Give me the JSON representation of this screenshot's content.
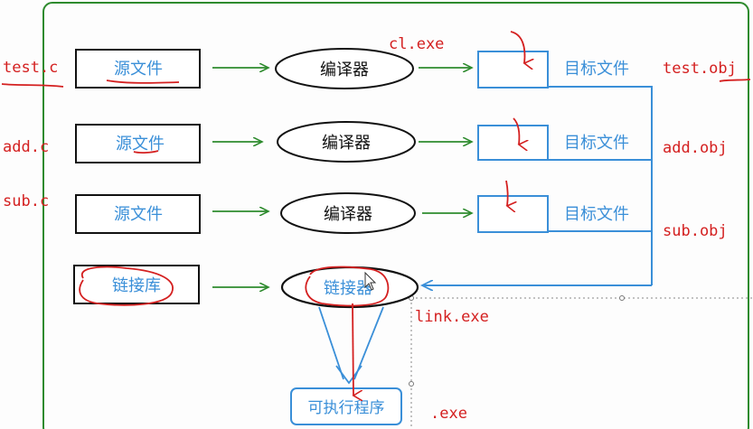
{
  "texts": {
    "src_file": "源文件",
    "compiler": "编译器",
    "target_file": "目标文件",
    "linker_lib": "链接库",
    "linker": "链接器",
    "executable": "可执行程序",
    "test_c": "test.c",
    "add_c": "add.c",
    "sub_c": "sub.c",
    "test_obj": "test.obj",
    "add_obj": "add.obj",
    "sub_obj": "sub.obj",
    "cl_exe": "cl.exe",
    "link_exe": "link.exe",
    "exe": ".exe"
  },
  "colors": {
    "frame": "#2e8b2e",
    "arrow_green": "#2e8b2e",
    "blue": "#3a8fd8",
    "red": "#d42020",
    "black": "#111111",
    "blue_text": "#3a8fd8"
  }
}
